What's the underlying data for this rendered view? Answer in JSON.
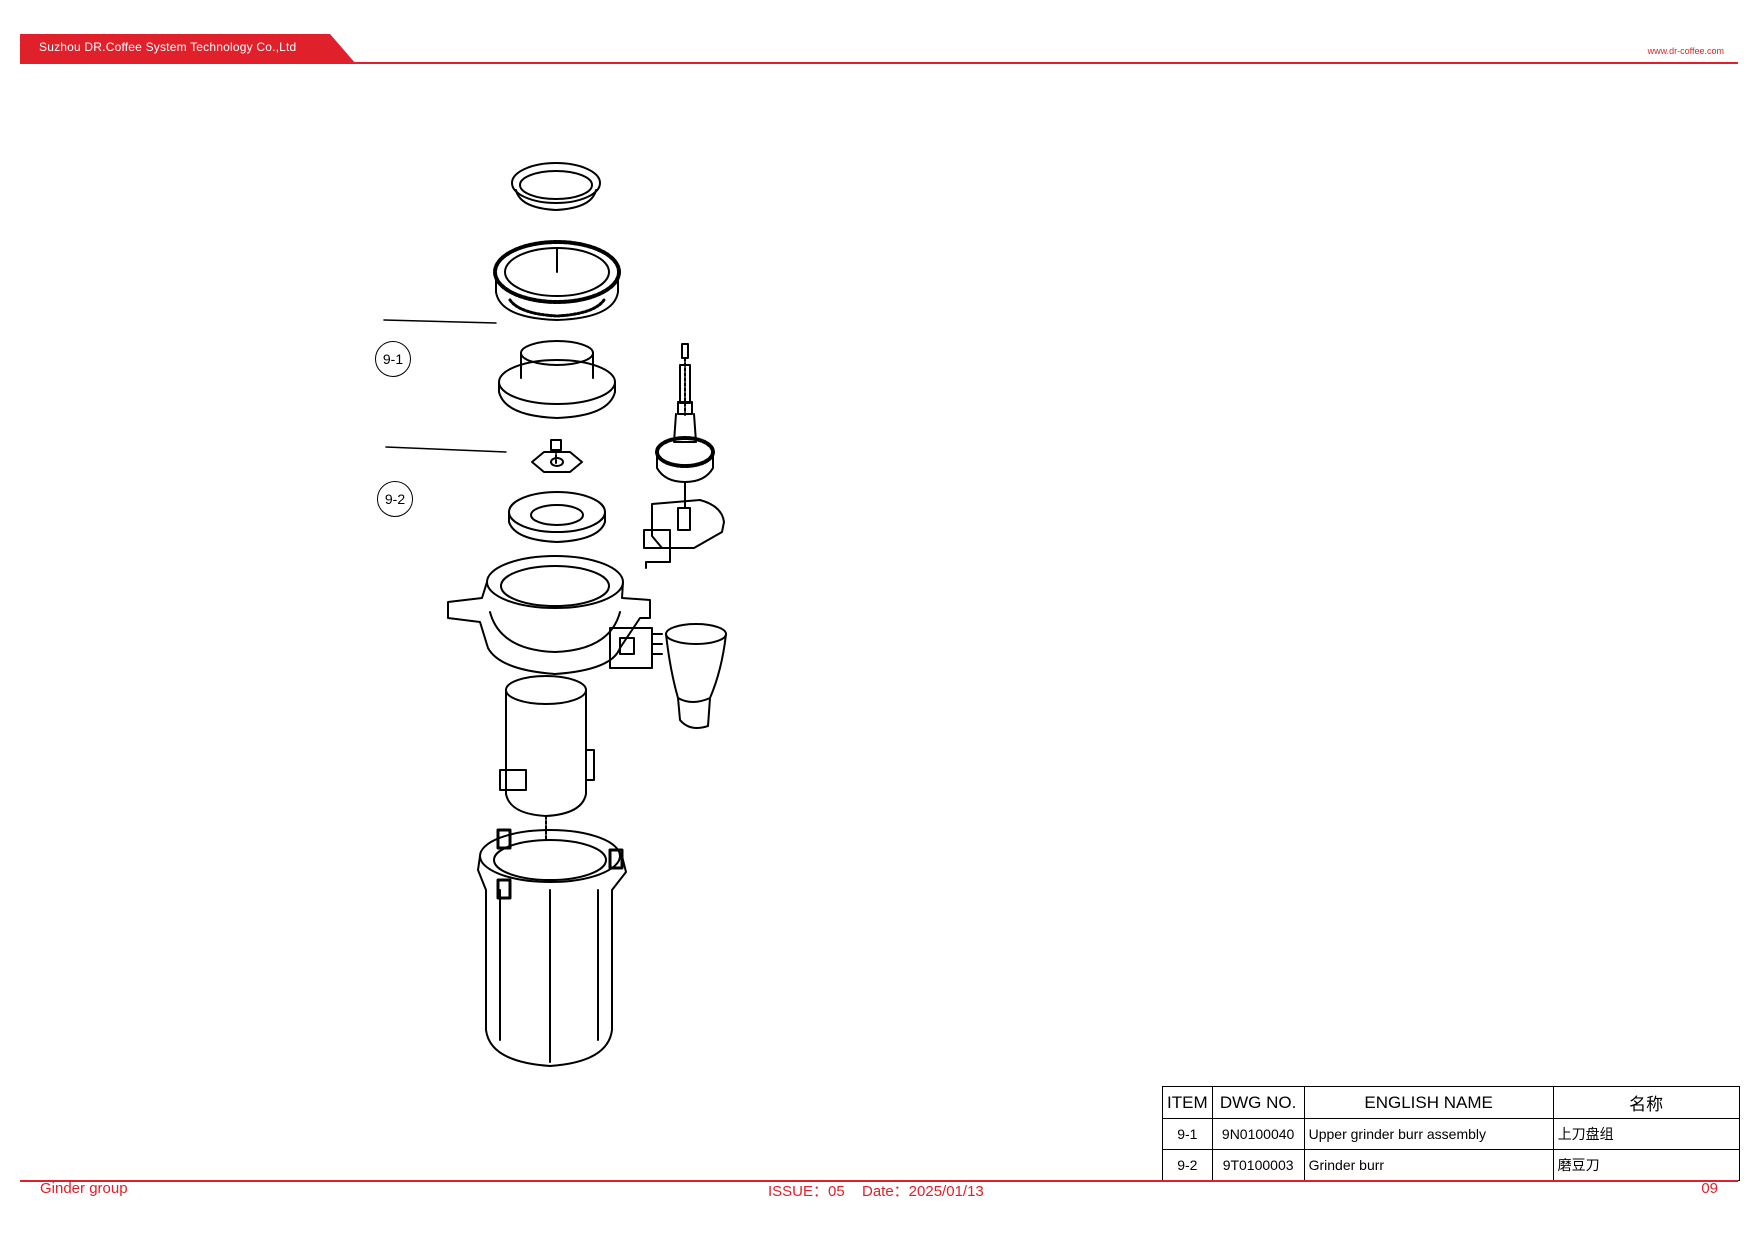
{
  "header": {
    "company": "Suzhou DR.Coffee System Technology Co.,Ltd",
    "website": "www.dr-coffee.com",
    "accent_color": "#e0202a"
  },
  "callouts": [
    {
      "label": "9-1"
    },
    {
      "label": "9-2"
    }
  ],
  "parts_table": {
    "headers": [
      "ITEM",
      "DWG NO.",
      "ENGLISH NAME",
      "名称"
    ],
    "rows": [
      {
        "item": "9-1",
        "dwg": "9N0100040",
        "english": "Upper grinder burr assembly",
        "chinese": "上刀盘组"
      },
      {
        "item": "9-2",
        "dwg": "9T0100003",
        "english": "Grinder burr",
        "chinese": "磨豆刀"
      }
    ]
  },
  "footer": {
    "section": "Ginder group",
    "issue": "ISSUE：05",
    "date": "Date：2025/01/13",
    "page": "09"
  }
}
